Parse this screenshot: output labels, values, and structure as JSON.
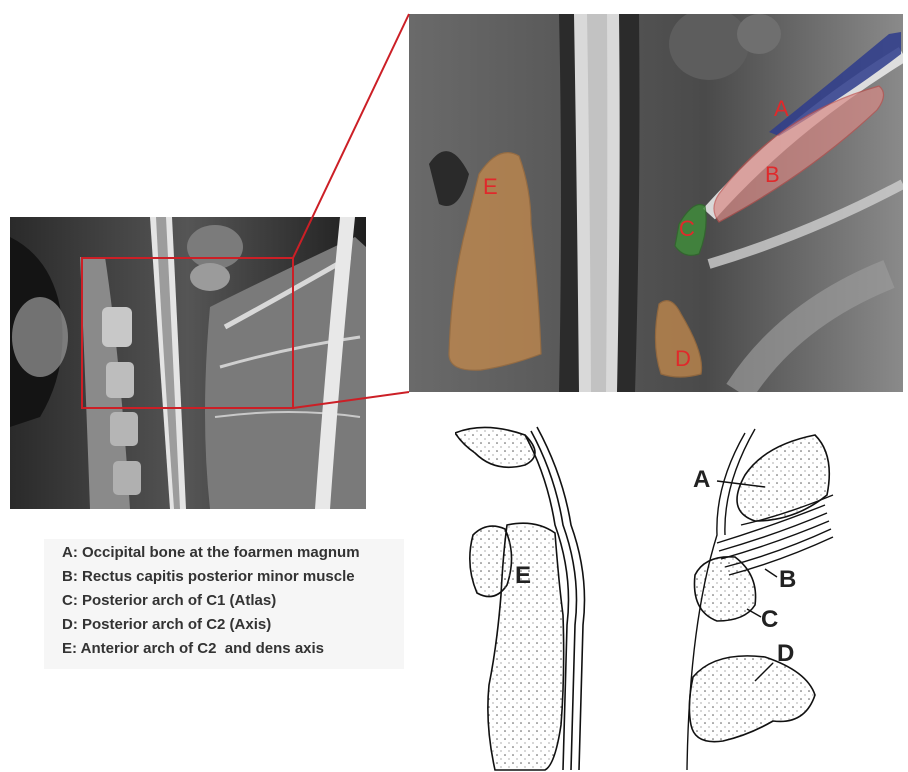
{
  "legend": {
    "items": [
      "A: Occipital bone at the foarmen magnum",
      "B: Rectus capitis posterior minor muscle",
      "C: Posterior arch of C1 (Atlas)",
      "D: Posterior arch of C2 (Axis)",
      "E: Anterior arch of C2  and dens axis"
    ]
  },
  "mri_zoom": {
    "labels": {
      "a": "A",
      "b": "B",
      "c": "C",
      "d": "D",
      "e": "E"
    },
    "colors": {
      "a": "#2e3c8c",
      "b": "#d98a86",
      "c": "#3f8f3a",
      "d": "#c58a4c",
      "e": "#c58a4c",
      "label": "#e0292b"
    }
  },
  "drawing": {
    "labels": {
      "a": "A",
      "b": "B",
      "c": "C",
      "d": "D",
      "e": "E"
    }
  },
  "colors": {
    "connector": "#cc1f26",
    "legend_bg": "#f6f6f6"
  }
}
